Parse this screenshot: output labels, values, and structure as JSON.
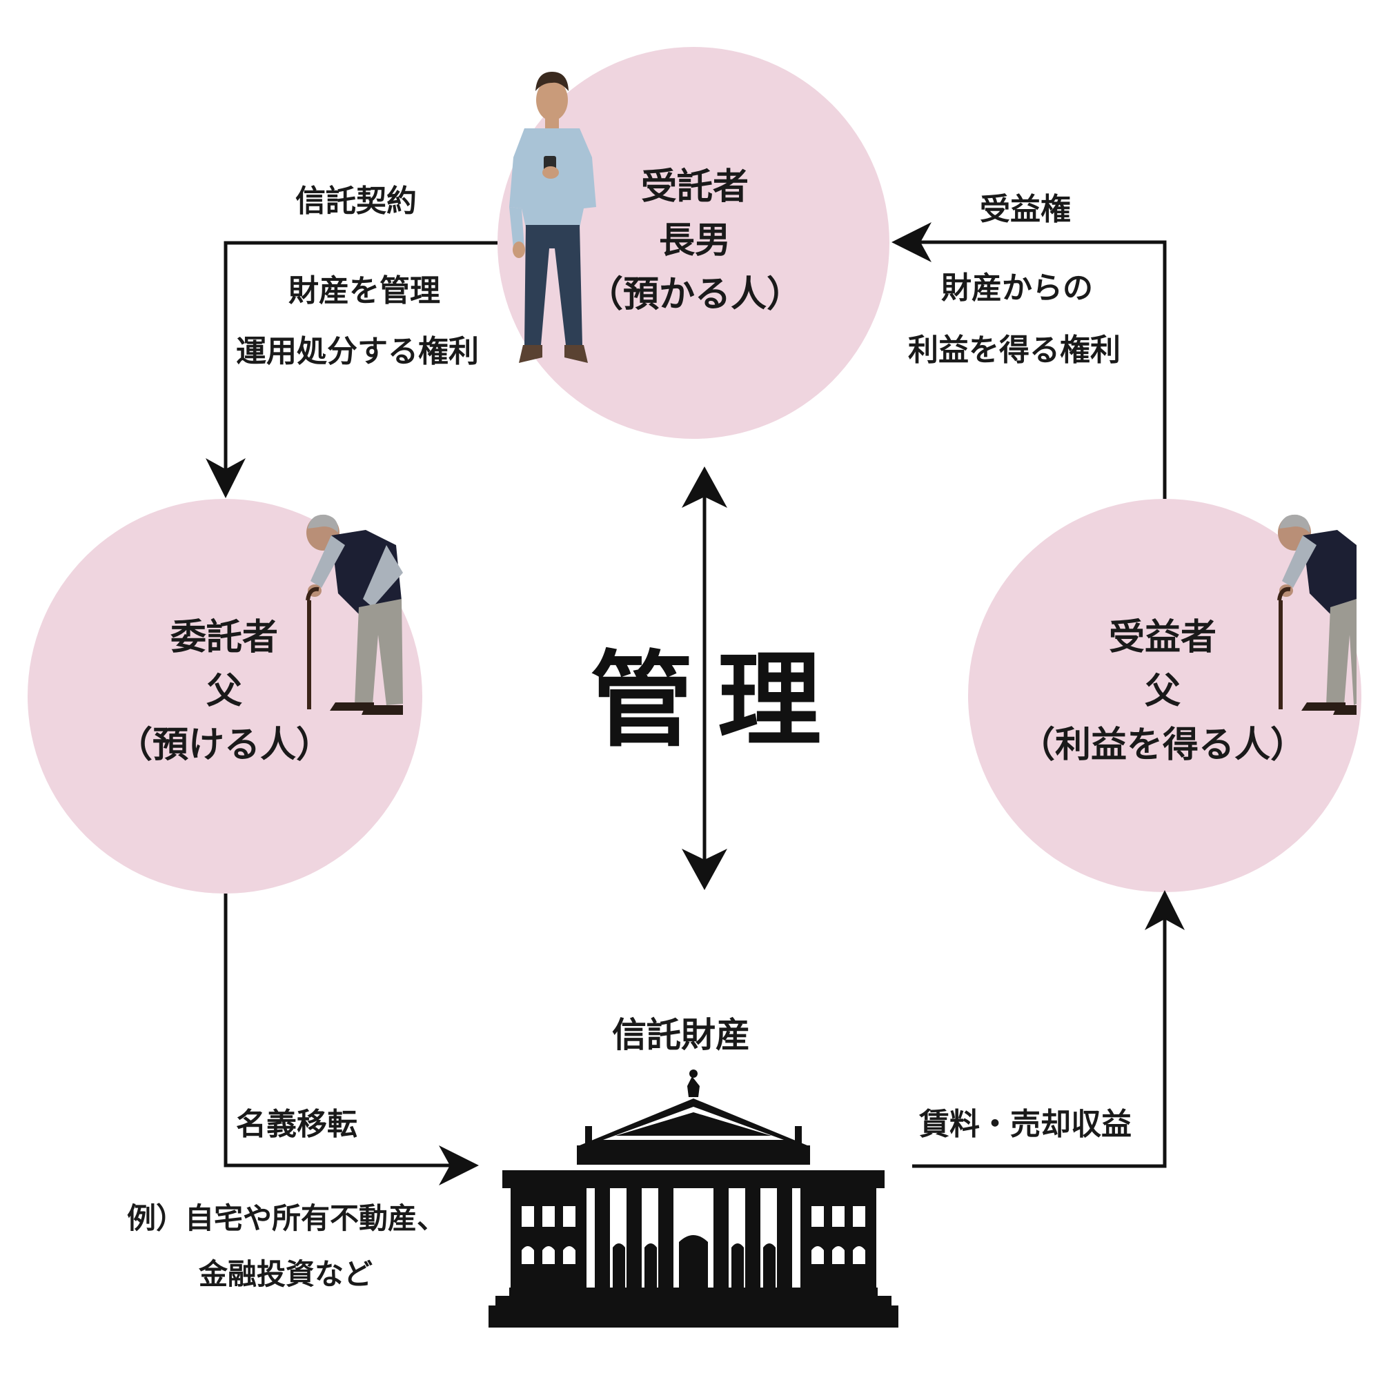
{
  "trustee": {
    "title": "受託者",
    "person": "長男",
    "role": "（預かる人）"
  },
  "settlor": {
    "title": "委託者",
    "person": "父",
    "role": "（預ける人）"
  },
  "beneficiary": {
    "title": "受益者",
    "person": "父",
    "role": "（利益を得る人）"
  },
  "center_label": {
    "left": "管",
    "right": "理"
  },
  "flows": {
    "trust_contract": "信託契約",
    "trustee_rights_line1": "財産を管理",
    "trustee_rights_line2": "運用処分する権利",
    "beneficial_right": "受益権",
    "beneficiary_rights_line1": "財産からの",
    "beneficiary_rights_line2": "利益を得る権利",
    "title_transfer": "名義移転",
    "revenue": "賃料・売却収益"
  },
  "property": {
    "title": "信託財産",
    "example_line1": "例）自宅や所有不動産、",
    "example_line2": "金融投資など"
  },
  "colors": {
    "circle_fill": "#efd5df",
    "line": "#111111"
  },
  "icons": {
    "trustee": "young-man-with-phone-icon",
    "settlor": "elderly-man-with-cane-icon",
    "beneficiary": "elderly-man-with-cane-icon",
    "property": "classical-building-icon"
  }
}
